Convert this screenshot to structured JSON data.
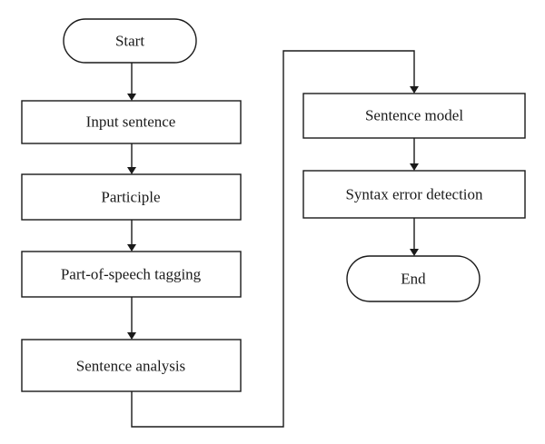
{
  "flowchart": {
    "nodes": {
      "start": "Start",
      "input_sentence": "Input sentence",
      "participle": "Participle",
      "pos_tagging": "Part-of-speech tagging",
      "sentence_analysis": "Sentence analysis",
      "sentence_model": "Sentence model",
      "syntax_error_detection": "Syntax error detection",
      "end": "End"
    }
  }
}
